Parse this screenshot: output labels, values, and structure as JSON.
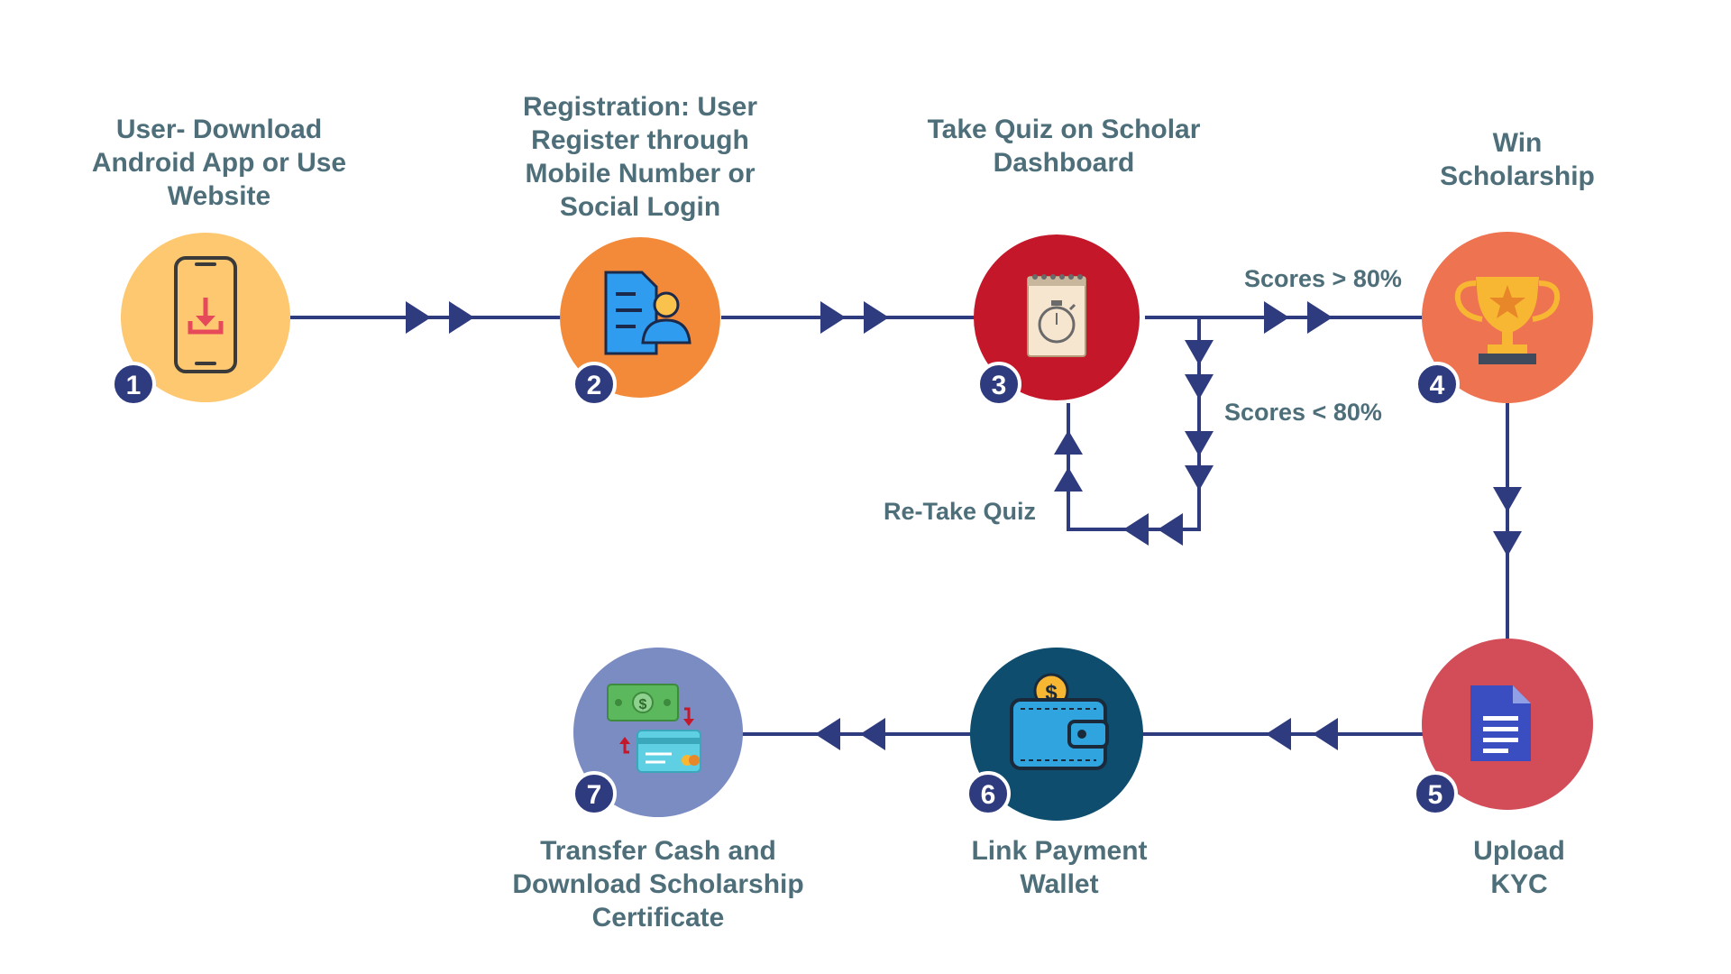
{
  "colors": {
    "connector": "#2e3b7e",
    "label_text": "#4e6f7a",
    "badge": "#2e3b7e"
  },
  "steps": [
    {
      "number": "1",
      "label": "User- Download\nAndroid App or Use\nWebsite",
      "color": "#fdc86f",
      "icon": "phone-download-icon"
    },
    {
      "number": "2",
      "label": "Registration: User\nRegister through\nMobile Number or\nSocial Login",
      "color": "#f28a3a",
      "icon": "user-registration-document-icon"
    },
    {
      "number": "3",
      "label": "Take Quiz on Scholar\nDashboard",
      "color": "#c4172a",
      "icon": "quiz-timer-notepad-icon"
    },
    {
      "number": "4",
      "label": "Win\nScholarship",
      "color": "#ee7451",
      "icon": "trophy-icon"
    },
    {
      "number": "5",
      "label": "Upload\nKYC",
      "color": "#d24d58",
      "icon": "document-icon"
    },
    {
      "number": "6",
      "label": "Link Payment\nWallet",
      "color": "#0e4d6e",
      "icon": "wallet-icon"
    },
    {
      "number": "7",
      "label": "Transfer Cash and\nDownload Scholarship\nCertificate",
      "color": "#7b8cc2",
      "icon": "cash-card-transfer-icon"
    }
  ],
  "edge_labels": {
    "pass": "Scores > 80%",
    "fail": "Scores < 80%",
    "retake": "Re-Take Quiz"
  }
}
